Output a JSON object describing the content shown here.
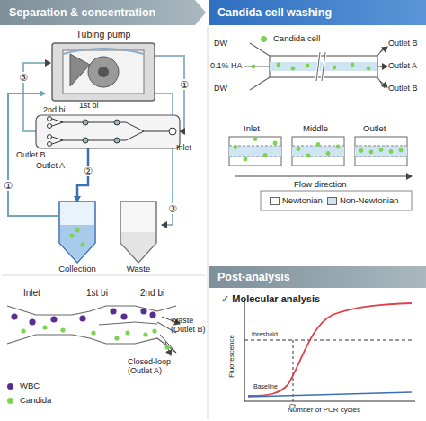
{
  "diagram": {
    "nodes": [
      {
        "text": [
          "Separation & concentration"
        ]
      },
      {
        "text": [
          "Candida cell washing"
        ]
      },
      {
        "text": [
          "Tubing pump"
        ]
      },
      {
        "text": [
          "Collection"
        ]
      },
      {
        "text": [
          "Waste"
        ]
      },
      {
        "text": [
          "Post-analysis"
        ]
      }
    ],
    "edges": [
      {
        "from": 3,
        "to": 2,
        "label": "①",
        "arrow": "to"
      }
    ],
    "labels": [
      "1st bi",
      "2nd bi",
      "Outlet B",
      "Outlet A",
      "Inlet",
      "③",
      "①",
      "②",
      "③",
      "DW",
      "0.1% HA",
      "DW",
      "Outlet B",
      "Outlet A",
      "Outlet B",
      "Inlet",
      "Middle",
      "Outlet",
      "Flow direction",
      "Inlet",
      "1st bi",
      "2nd bi",
      "Waste (Outlet B)",
      "Closed-loop (Outlet A)",
      "✓ Molecular analysis",
      "Fluorescence",
      "Number of PCR cycles",
      "threshold",
      "Ct",
      "Baseline"
    ],
    "legend": [
      {
        "text": "Candida cell",
        "color": "#7dd34f"
      },
      {
        "text": "Newtonian",
        "color": "#ffffff"
      },
      {
        "text": "Non-Newtonian",
        "color": "#cfe6f2"
      },
      {
        "text": "WBC",
        "color": "#5b2d90"
      },
      {
        "text": "Candida",
        "color": "#7dd34f"
      }
    ]
  }
}
